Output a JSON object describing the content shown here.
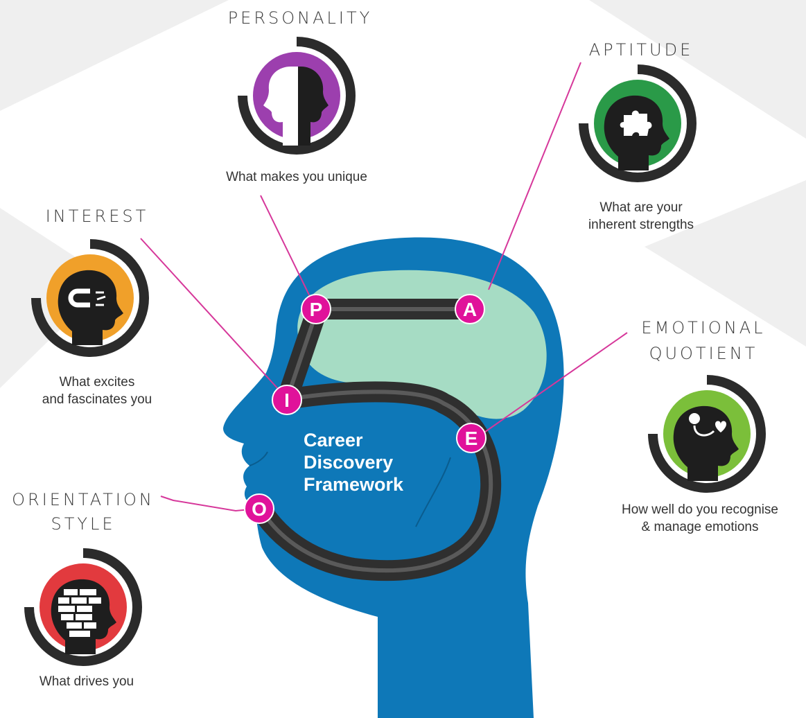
{
  "center_title": "Career\nDiscovery\nFramework",
  "colors": {
    "head_blue": "#0e78b8",
    "brain_green": "#a6dcc4",
    "path_dark": "#2f2f2f",
    "node_pink": "#e0129a",
    "connector_pink": "#d6379a",
    "personality": "#9c3fae",
    "aptitude": "#2a9a48",
    "interest": "#f0a02a",
    "emotional": "#7bbf3a",
    "orientation": "#e23a3e"
  },
  "nodes": [
    {
      "letter": "P",
      "name": "personality"
    },
    {
      "letter": "A",
      "name": "aptitude"
    },
    {
      "letter": "I",
      "name": "interest"
    },
    {
      "letter": "E",
      "name": "emotional"
    },
    {
      "letter": "O",
      "name": "orientation"
    }
  ],
  "dimensions": {
    "personality": {
      "title": "PERSONALITY",
      "desc": "What makes you unique",
      "icon": "two-faces-icon"
    },
    "aptitude": {
      "title": "APTITUDE",
      "desc": "What are your\ninherent strengths",
      "icon": "puzzle-head-icon"
    },
    "interest": {
      "title": "INTEREST",
      "desc": "What excites\nand fascinates you",
      "icon": "magnet-head-icon"
    },
    "emotional": {
      "title": "EMOTIONAL\nQUOTIENT",
      "desc": "How well do you recognise\n& manage emotions",
      "icon": "bulb-heart-head-icon"
    },
    "orientation": {
      "title": "ORIENTATION\nSTYLE",
      "desc": "What drives you",
      "icon": "brick-head-icon"
    }
  }
}
